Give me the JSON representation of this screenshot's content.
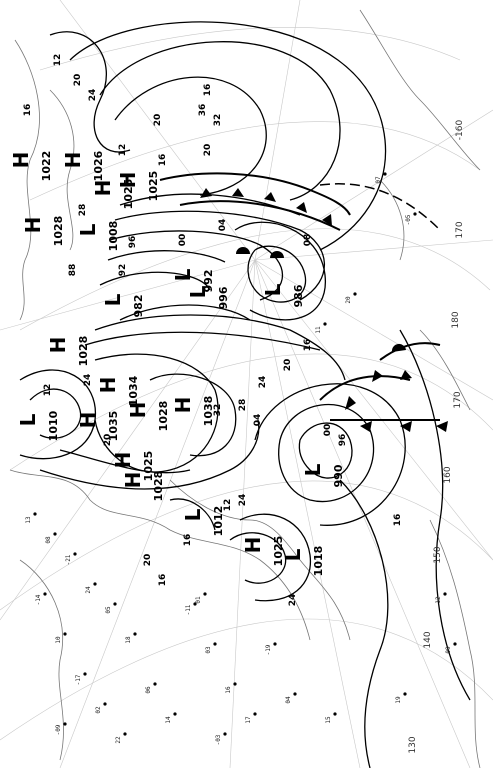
{
  "map": {
    "pressure_centers": [
      {
        "type": "H",
        "value": "1022"
      },
      {
        "type": "H",
        "value": "1026"
      },
      {
        "type": "H",
        "value": "1028"
      },
      {
        "type": "H",
        "value": "1025"
      },
      {
        "type": "H",
        "value": "1025"
      },
      {
        "type": "L",
        "value": "1008"
      },
      {
        "type": "L",
        "value": "982"
      },
      {
        "type": "L",
        "value": "992"
      },
      {
        "type": "L",
        "value": "996"
      },
      {
        "type": "L",
        "value": "986"
      },
      {
        "type": "H",
        "value": "1028"
      },
      {
        "type": "L",
        "value": "1010"
      },
      {
        "type": "H",
        "value": "1034"
      },
      {
        "type": "H",
        "value": "1035"
      },
      {
        "type": "H",
        "value": "1028"
      },
      {
        "type": "H",
        "value": "1038"
      },
      {
        "type": "H",
        "value": "1025"
      },
      {
        "type": "H",
        "value": "1028"
      },
      {
        "type": "L",
        "value": "990"
      },
      {
        "type": "L",
        "value": "1012"
      },
      {
        "type": "H",
        "value": "1025"
      },
      {
        "type": "L",
        "value": "1018"
      }
    ],
    "isobar_labels": [
      "12",
      "16",
      "20",
      "24",
      "28",
      "32",
      "36",
      "16",
      "20",
      "04",
      "08",
      "00",
      "96",
      "92",
      "88",
      "12",
      "16",
      "20",
      "24",
      "28",
      "32",
      "04",
      "00",
      "96",
      "16",
      "20",
      "24",
      "12",
      "16",
      "20",
      "16",
      "24",
      "16",
      "24",
      "12",
      "20"
    ],
    "longitude_labels": [
      "-160",
      "170",
      "180",
      "170",
      "160",
      "150",
      "140",
      "130"
    ],
    "station_labels": [
      "13",
      "08",
      "-21",
      "24",
      "-14",
      "05",
      "10",
      "18",
      "-17",
      "06",
      "02",
      "14",
      "22",
      "-09",
      "-11",
      "03",
      "16",
      "17",
      "-19",
      "04",
      "11",
      "20",
      "07",
      "-05",
      "12",
      "09",
      "15",
      "01",
      "-03",
      "19"
    ]
  }
}
